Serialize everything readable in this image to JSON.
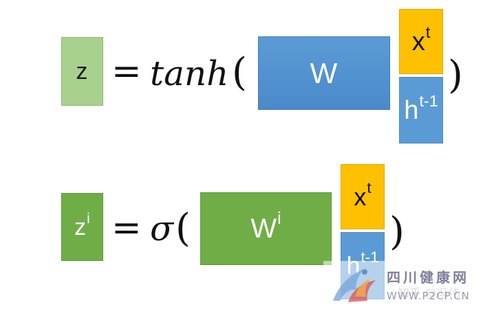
{
  "equation1": {
    "z": {
      "base": "z",
      "sup": ""
    },
    "equals": "=",
    "function": "tanh",
    "open_paren": "(",
    "close_paren": ")",
    "weight": {
      "base": "W",
      "sup": ""
    },
    "input_x": {
      "base": "x",
      "sup": "t"
    },
    "input_h": {
      "base": "h",
      "sup": "t-1"
    }
  },
  "equation2": {
    "z": {
      "base": "z",
      "sup": "i"
    },
    "equals": "=",
    "function": "σ",
    "open_paren": "(",
    "close_paren": ")",
    "weight": {
      "base": "W",
      "sup": "i"
    },
    "input_x": {
      "base": "x",
      "sup": "t"
    },
    "input_h": {
      "base": "h",
      "sup": "t-1"
    }
  },
  "watermark": {
    "chinese_text": "四川健康网",
    "url": "WWW.P2CP.CN",
    "faint_text": "知乎 @冯伟"
  },
  "colors": {
    "light_green": "#a9d18e",
    "green": "#70ad47",
    "blue": "#5b9bd5",
    "gold": "#ffc000"
  }
}
